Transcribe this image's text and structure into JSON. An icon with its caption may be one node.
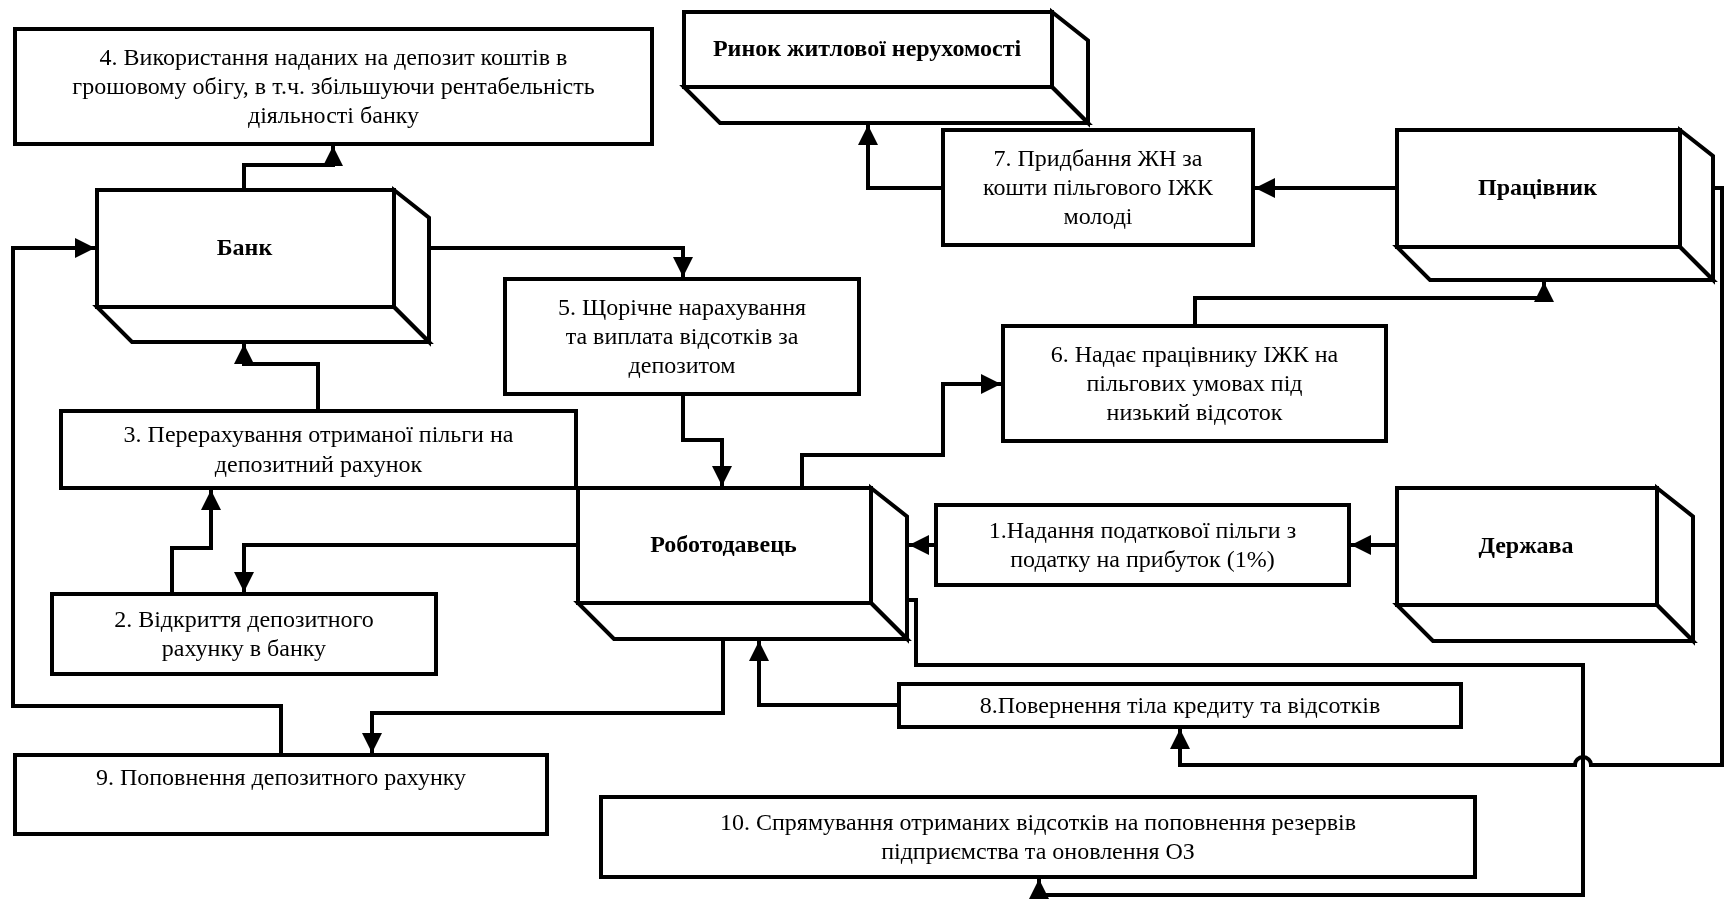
{
  "diagram": {
    "nodes": [
      {
        "text": [
          "Ринок житлової нерухомості"
        ]
      },
      {
        "text": [
          "4. Використання наданих на депозит коштів в грошовому обігу, в т.ч. збільшуючи рентабельність діяльності банку"
        ]
      },
      {
        "text": [
          "7. Придбання ЖН за кошти пільгового ІЖК молоді"
        ]
      },
      {
        "text": [
          "Працівник"
        ]
      },
      {
        "text": [
          "Банк"
        ]
      },
      {
        "text": [
          "5. Щорічне нарахування та виплата відсотків за депозитом"
        ]
      },
      {
        "text": [
          "6. Надає працівнику ІЖК на пільгових умовах під низький відсоток"
        ]
      },
      {
        "text": [
          "3. Перерахування отриманої пільги на депозитний рахунок"
        ]
      },
      {
        "text": [
          "Роботодавець"
        ]
      },
      {
        "text": [
          "1.Надання податкової пільги з податку на прибуток (1%)"
        ]
      },
      {
        "text": [
          "Держава"
        ]
      },
      {
        "text": [
          "2. Відкриття депозитного рахунку в банку"
        ]
      },
      {
        "text": [
          "8.Повернення тіла кредиту та відсотків"
        ]
      },
      {
        "text": [
          "9. Поповнення депозитного рахунку"
        ]
      },
      {
        "text": [
          "10. Спрямування отриманих відсотків на поповнення резервів підприємства та оновлення ОЗ"
        ]
      }
    ],
    "edges": [
      {
        "from": 4,
        "to": 1,
        "arrow": "to"
      },
      {
        "from": 2,
        "to": 0,
        "arrow": "to"
      },
      {
        "from": 3,
        "to": 2,
        "arrow": "to"
      },
      {
        "from": 6,
        "to": 3,
        "arrow": "to"
      },
      {
        "from": 4,
        "to": 5,
        "arrow": "to"
      },
      {
        "from": 5,
        "to": 8,
        "arrow": "to"
      },
      {
        "from": 8,
        "to": 6,
        "arrow": "to"
      },
      {
        "from": 7,
        "to": 4,
        "arrow": "to"
      },
      {
        "from": 11,
        "to": 7,
        "arrow": "to"
      },
      {
        "from": 8,
        "to": 11,
        "arrow": "to"
      },
      {
        "from": 9,
        "to": 8,
        "arrow": "to"
      },
      {
        "from": 10,
        "to": 9,
        "arrow": "to"
      },
      {
        "from": 8,
        "to": 13,
        "arrow": "to"
      },
      {
        "from": 13,
        "to": 4,
        "arrow": "to"
      },
      {
        "from": 12,
        "to": 8,
        "arrow": "to"
      },
      {
        "from": 8,
        "to": 14,
        "arrow": "to"
      },
      {
        "from": 3,
        "to": 12,
        "arrow": "to"
      }
    ]
  }
}
